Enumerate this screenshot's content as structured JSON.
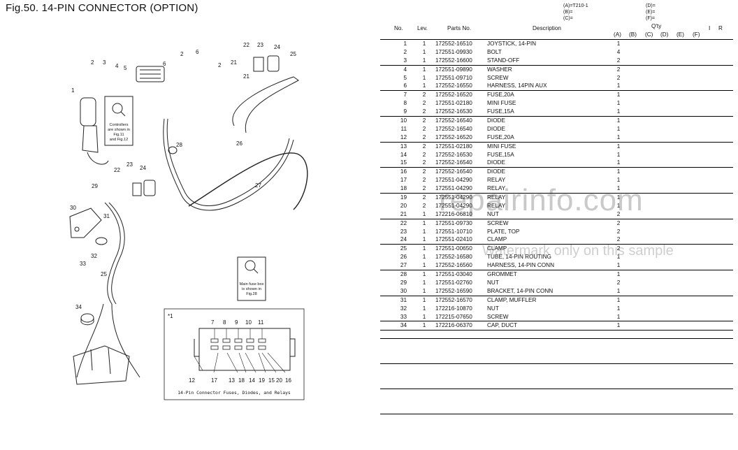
{
  "figure": {
    "title": "Fig.50.  14-PIN CONNECTOR (OPTION)"
  },
  "legend": {
    "left": [
      "(A)=T210-1",
      "(B)=",
      "(C)="
    ],
    "right": [
      "(D)=",
      "(E)=",
      "(F)="
    ]
  },
  "table": {
    "headers": {
      "no": "No.",
      "lev": "Lev.",
      "part": "Parts No.",
      "desc": "Description",
      "qty": "Q'ty",
      "i": "I",
      "r": "R"
    },
    "qty_cols": [
      "(A)",
      "(B)",
      "(C)",
      "(D)",
      "(E)",
      "(F)"
    ],
    "groups": [
      [
        {
          "no": "1",
          "lev": "1",
          "part": "172552-16510",
          "desc": "JOYSTICK, 14-PIN",
          "qty": "1"
        },
        {
          "no": "2",
          "lev": "1",
          "part": "172551-09930",
          "desc": "BOLT",
          "qty": "4"
        },
        {
          "no": "3",
          "lev": "1",
          "part": "172552-16600",
          "desc": "STAND-OFF",
          "qty": "2"
        }
      ],
      [
        {
          "no": "4",
          "lev": "1",
          "part": "172551-09890",
          "desc": "WASHER",
          "qty": "2"
        },
        {
          "no": "5",
          "lev": "1",
          "part": "172551-09710",
          "desc": "SCREW",
          "qty": "2"
        },
        {
          "no": "6",
          "lev": "1",
          "part": "172552-16550",
          "desc": "HARNESS, 14PIN AUX",
          "qty": "1"
        }
      ],
      [
        {
          "no": "7",
          "lev": "2",
          "part": "172552-16520",
          "desc": "FUSE,20A",
          "qty": "1"
        },
        {
          "no": "8",
          "lev": "2",
          "part": "172551-02180",
          "desc": "MINI FUSE",
          "qty": "1"
        },
        {
          "no": "9",
          "lev": "2",
          "part": "172552-16530",
          "desc": "FUSE,15A",
          "qty": "1"
        }
      ],
      [
        {
          "no": "10",
          "lev": "2",
          "part": "172552-16540",
          "desc": "DIODE",
          "qty": "1"
        },
        {
          "no": "11",
          "lev": "2",
          "part": "172552-16540",
          "desc": "DIODE",
          "qty": "1"
        },
        {
          "no": "12",
          "lev": "2",
          "part": "172552-16520",
          "desc": "FUSE,20A",
          "qty": "1"
        }
      ],
      [
        {
          "no": "13",
          "lev": "2",
          "part": "172551-02180",
          "desc": "MINI FUSE",
          "qty": "1"
        },
        {
          "no": "14",
          "lev": "2",
          "part": "172552-16530",
          "desc": "FUSE,15A",
          "qty": "1"
        },
        {
          "no": "15",
          "lev": "2",
          "part": "172552-16540",
          "desc": "DIODE",
          "qty": "1"
        }
      ],
      [
        {
          "no": "16",
          "lev": "2",
          "part": "172552-16540",
          "desc": "DIODE",
          "qty": "1"
        },
        {
          "no": "17",
          "lev": "2",
          "part": "172551-04290",
          "desc": "RELAY",
          "qty": "1"
        },
        {
          "no": "18",
          "lev": "2",
          "part": "172551-04290",
          "desc": "RELAY",
          "qty": "1"
        }
      ],
      [
        {
          "no": "19",
          "lev": "2",
          "part": "172551-04290",
          "desc": "RELAY",
          "qty": "1"
        },
        {
          "no": "20",
          "lev": "2",
          "part": "172551-04290",
          "desc": "RELAY",
          "qty": "1"
        },
        {
          "no": "21",
          "lev": "1",
          "part": "172216-06810",
          "desc": "NUT",
          "qty": "2"
        }
      ],
      [
        {
          "no": "22",
          "lev": "1",
          "part": "172551-09730",
          "desc": "SCREW",
          "qty": "2"
        },
        {
          "no": "23",
          "lev": "1",
          "part": "172551-10710",
          "desc": "PLATE, TOP",
          "qty": "2"
        },
        {
          "no": "24",
          "lev": "1",
          "part": "172551-02410",
          "desc": "CLAMP",
          "qty": "2"
        }
      ],
      [
        {
          "no": "25",
          "lev": "1",
          "part": "172551-00650",
          "desc": "CLAMP",
          "qty": "2"
        },
        {
          "no": "26",
          "lev": "1",
          "part": "172552-16580",
          "desc": "TUBE, 14-PIN ROUTING",
          "qty": "1"
        },
        {
          "no": "27",
          "lev": "1",
          "part": "172552-16560",
          "desc": "HARNESS, 14-PIN CONN",
          "qty": "1"
        }
      ],
      [
        {
          "no": "28",
          "lev": "1",
          "part": "172551-03040",
          "desc": "GROMMET",
          "qty": "1"
        },
        {
          "no": "29",
          "lev": "1",
          "part": "172551-02760",
          "desc": "NUT",
          "qty": "2"
        },
        {
          "no": "30",
          "lev": "1",
          "part": "172552-16590",
          "desc": "BRACKET, 14-PIN CONN",
          "qty": "1"
        }
      ],
      [
        {
          "no": "31",
          "lev": "1",
          "part": "172552-16570",
          "desc": "CLAMP, MUFFLER",
          "qty": "1"
        },
        {
          "no": "32",
          "lev": "1",
          "part": "172216-10870",
          "desc": "NUT",
          "qty": "1"
        },
        {
          "no": "33",
          "lev": "1",
          "part": "172215-07650",
          "desc": "SCREW",
          "qty": "1"
        }
      ],
      [
        {
          "no": "34",
          "lev": "1",
          "part": "172216-06370",
          "desc": "CAP, DUCT",
          "qty": "1"
        }
      ]
    ]
  },
  "diagram": {
    "callouts": [
      "1",
      "2",
      "3",
      "4",
      "5",
      "6",
      "2",
      "6",
      "2",
      "22",
      "23",
      "24",
      "25",
      "21",
      "21",
      "26",
      "27",
      "28",
      "22",
      "23",
      "24",
      "29",
      "30",
      "31",
      "32",
      "33",
      "25",
      "34"
    ],
    "note_controllers": [
      "Controllers",
      "are shown in",
      "Fig.11",
      "and Fig.12"
    ],
    "note_fusebox": [
      "Main fuse box",
      "is shown in",
      "Fig.28"
    ],
    "inset": {
      "marker": "*1",
      "top_labels": [
        "7",
        "8",
        "9",
        "10",
        "11"
      ],
      "bottom_labels": [
        "12",
        "17",
        "13",
        "18",
        "14",
        "19",
        "15",
        "20",
        "16"
      ],
      "caption": "14-Pin Connector Fuses, Diodes, and Relays"
    }
  },
  "watermark": {
    "main": "repairinfo.com",
    "sub": "Watermark only on this sample"
  }
}
